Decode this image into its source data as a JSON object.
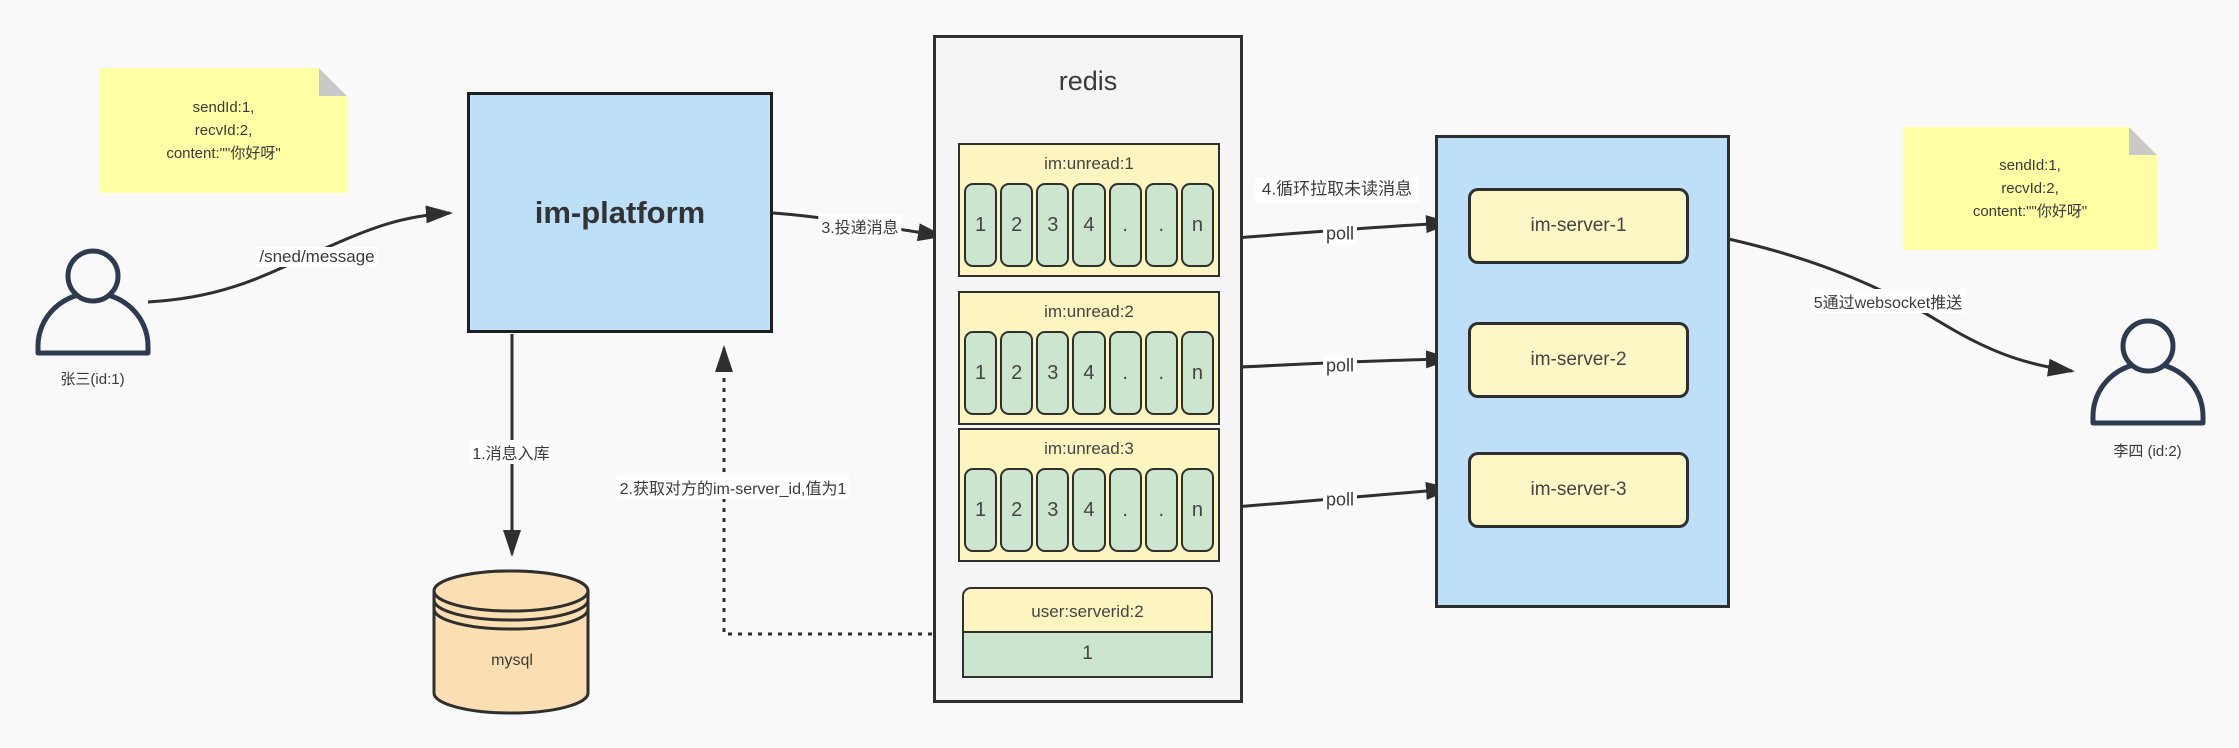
{
  "left_note": {
    "lines": [
      "sendId:1,",
      "recvId:2,",
      "content:\"\"你好呀\""
    ]
  },
  "right_note": {
    "lines": [
      "sendId:1,",
      "recvId:2,",
      "content:\"\"你好呀\""
    ]
  },
  "sender": {
    "label": "张三(id:1)"
  },
  "receiver": {
    "label": "李四 (id:2)"
  },
  "platform": {
    "label": "im-platform"
  },
  "database": {
    "label": "mysql"
  },
  "redis": {
    "title": "redis",
    "queues": [
      {
        "header": "im:unread:1",
        "cells": [
          "1",
          "2",
          "3",
          "4",
          ".",
          ".",
          "n"
        ]
      },
      {
        "header": "im:unread:2",
        "cells": [
          "1",
          "2",
          "3",
          "4",
          ".",
          ".",
          "n"
        ]
      },
      {
        "header": "im:unread:3",
        "cells": [
          "1",
          "2",
          "3",
          "4",
          ".",
          ".",
          "n"
        ]
      }
    ],
    "mapping": {
      "header": "user:serverid:2",
      "value": "1"
    }
  },
  "server_cluster": {
    "servers": [
      {
        "label": "im-server-1"
      },
      {
        "label": "im-server-2"
      },
      {
        "label": "im-server-3"
      }
    ]
  },
  "edge_labels": {
    "send_api": "/sned/message",
    "step1": "1.消息入库",
    "step2": "2.获取对方的im-server_id,值为1",
    "step3": "3.投递消息",
    "step4": "4.循环拉取未读消息",
    "poll_1": "poll",
    "poll_2": "poll",
    "poll_3": "poll",
    "step5": "5通过websocket推送"
  },
  "colors": {
    "background": "#f9f9fa",
    "note_yellow": "#ffffa5",
    "note_fold": "#c9c9c9",
    "blue_fill": "#bddff8",
    "yellow_fill": "#fcf5c0",
    "green_fill": "#cce5ce",
    "tan_fill": "#fbdfb2",
    "container_gray": "#f5f5f6",
    "line": "#2f2f2f"
  }
}
